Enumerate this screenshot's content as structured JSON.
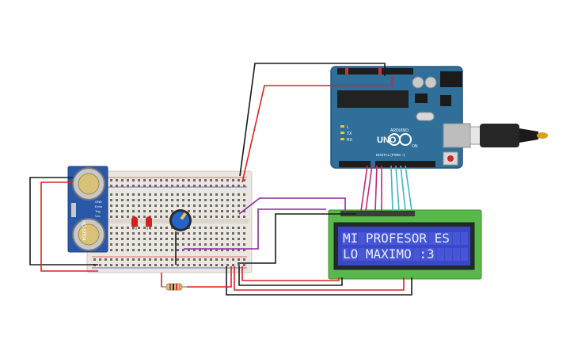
{
  "canvas": {
    "background": "#ffffff"
  },
  "colors": {
    "wire_black": "#1a1a1a",
    "wire_red": "#e02020",
    "wire_purple": "#8e2aa3",
    "wire_magenta": "#c0287a",
    "wire_cyan": "#3fb6c8",
    "arduino_blue": "#2f6f9a",
    "lcd_board": "#59b84a",
    "lcd_screen": "#3a48c8",
    "lcd_text": "#e6ecff",
    "sensor_blue": "#2a58a8",
    "breadboard": "#ebe6e0",
    "led_red": "#d42020",
    "pot_blue": "#2563c9"
  },
  "arduino": {
    "model_label": "UNO",
    "brand_label": "ARDUINO",
    "digital_label": "DIGITAL (PWM ~)",
    "tx_label": "TX",
    "rx_label": "RX",
    "l_label": "L",
    "on_label": "ON"
  },
  "lcd": {
    "line1": "MI PROFESOR ES",
    "line2": "LO MAXIMO :3"
  },
  "sensor": {
    "model_label": "HC-SR04",
    "pins": [
      "GND",
      "Echo",
      "Trig",
      "Vcc"
    ]
  },
  "components": {
    "leds": [
      "led-1",
      "led-2"
    ],
    "resistor": "resistor",
    "potentiometer": "potentiometer",
    "usb": "usb-cable"
  }
}
